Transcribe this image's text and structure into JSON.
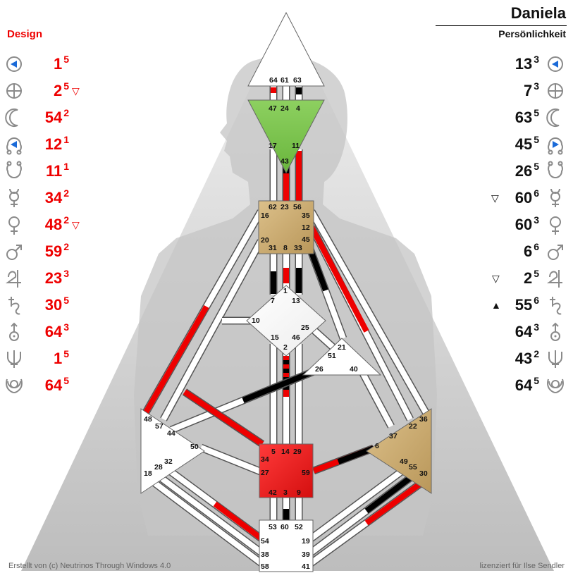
{
  "header": {
    "name": "Daniela",
    "subtitle": "Persönlichkeit"
  },
  "design": {
    "title": "Design",
    "color": "#e00000",
    "rows": [
      {
        "planet": "sun-icon",
        "gate": "1",
        "line": "5",
        "mark": ""
      },
      {
        "planet": "earth-icon",
        "gate": "2",
        "line": "5",
        "mark": "▽"
      },
      {
        "planet": "moon-icon",
        "gate": "54",
        "line": "2",
        "mark": ""
      },
      {
        "planet": "north-node-icon",
        "gate": "12",
        "line": "1",
        "mark": ""
      },
      {
        "planet": "south-node-icon",
        "gate": "11",
        "line": "1",
        "mark": ""
      },
      {
        "planet": "mercury-icon",
        "gate": "34",
        "line": "2",
        "mark": ""
      },
      {
        "planet": "venus-icon",
        "gate": "48",
        "line": "2",
        "mark": "▽"
      },
      {
        "planet": "mars-icon",
        "gate": "59",
        "line": "2",
        "mark": ""
      },
      {
        "planet": "jupiter-icon",
        "gate": "23",
        "line": "3",
        "mark": ""
      },
      {
        "planet": "saturn-icon",
        "gate": "30",
        "line": "5",
        "mark": ""
      },
      {
        "planet": "uranus-icon",
        "gate": "64",
        "line": "3",
        "mark": ""
      },
      {
        "planet": "neptune-icon",
        "gate": "1",
        "line": "5",
        "mark": ""
      },
      {
        "planet": "pluto-icon",
        "gate": "64",
        "line": "5",
        "mark": ""
      }
    ]
  },
  "personality": {
    "color": "#111111",
    "rows": [
      {
        "planet": "sun-icon",
        "gate": "13",
        "line": "3",
        "mark": ""
      },
      {
        "planet": "earth-icon",
        "gate": "7",
        "line": "3",
        "mark": ""
      },
      {
        "planet": "moon-icon",
        "gate": "63",
        "line": "5",
        "mark": ""
      },
      {
        "planet": "north-node-icon",
        "gate": "45",
        "line": "5",
        "mark": ""
      },
      {
        "planet": "south-node-icon",
        "gate": "26",
        "line": "5",
        "mark": ""
      },
      {
        "planet": "mercury-icon",
        "gate": "60",
        "line": "6",
        "mark": "▽"
      },
      {
        "planet": "venus-icon",
        "gate": "60",
        "line": "3",
        "mark": ""
      },
      {
        "planet": "mars-icon",
        "gate": "6",
        "line": "6",
        "mark": ""
      },
      {
        "planet": "jupiter-icon",
        "gate": "2",
        "line": "5",
        "mark": "▽"
      },
      {
        "planet": "saturn-icon",
        "gate": "55",
        "line": "6",
        "mark": "▲"
      },
      {
        "planet": "uranus-icon",
        "gate": "64",
        "line": "3",
        "mark": ""
      },
      {
        "planet": "neptune-icon",
        "gate": "43",
        "line": "2",
        "mark": ""
      },
      {
        "planet": "pluto-icon",
        "gate": "64",
        "line": "5",
        "mark": ""
      }
    ]
  },
  "centers": {
    "head": {
      "color": "#ffffff",
      "gates": [
        "64",
        "61",
        "63"
      ]
    },
    "ajna": {
      "color": "#7ec850",
      "gates": [
        "47",
        "24",
        "4",
        "17",
        "11",
        "43"
      ]
    },
    "throat": {
      "color": "#c8a96e",
      "gates": [
        "62",
        "23",
        "56",
        "16",
        "35",
        "12",
        "45",
        "20",
        "31",
        "8",
        "33"
      ]
    },
    "g": {
      "color": "#ffffff",
      "gates": [
        "1",
        "7",
        "13",
        "10",
        "25",
        "15",
        "46",
        "2"
      ]
    },
    "heart": {
      "color": "#ffffff",
      "gates": [
        "21",
        "51",
        "26",
        "40"
      ]
    },
    "spleen": {
      "color": "#ffffff",
      "gates": [
        "48",
        "57",
        "44",
        "50",
        "32",
        "28",
        "18"
      ]
    },
    "sacral": {
      "color": "#e02020",
      "gates": [
        "5",
        "14",
        "29",
        "34",
        "27",
        "59",
        "42",
        "3",
        "9"
      ]
    },
    "solar_plexus": {
      "color": "#c8a96e",
      "gates": [
        "36",
        "22",
        "37",
        "6",
        "49",
        "55",
        "30"
      ]
    },
    "root": {
      "color": "#ffffff",
      "gates": [
        "53",
        "60",
        "52",
        "54",
        "19",
        "38",
        "39",
        "58",
        "41"
      ]
    }
  },
  "footer": {
    "left": "Erstellt von (c) Neutrinos Through Windows 4.0",
    "right": "lizenziert für Ilse Sendler"
  },
  "colors": {
    "design": "#e00000",
    "personality": "#000000",
    "channel_base": "#ffffff",
    "body_silhouette": "#c8c8c8"
  }
}
